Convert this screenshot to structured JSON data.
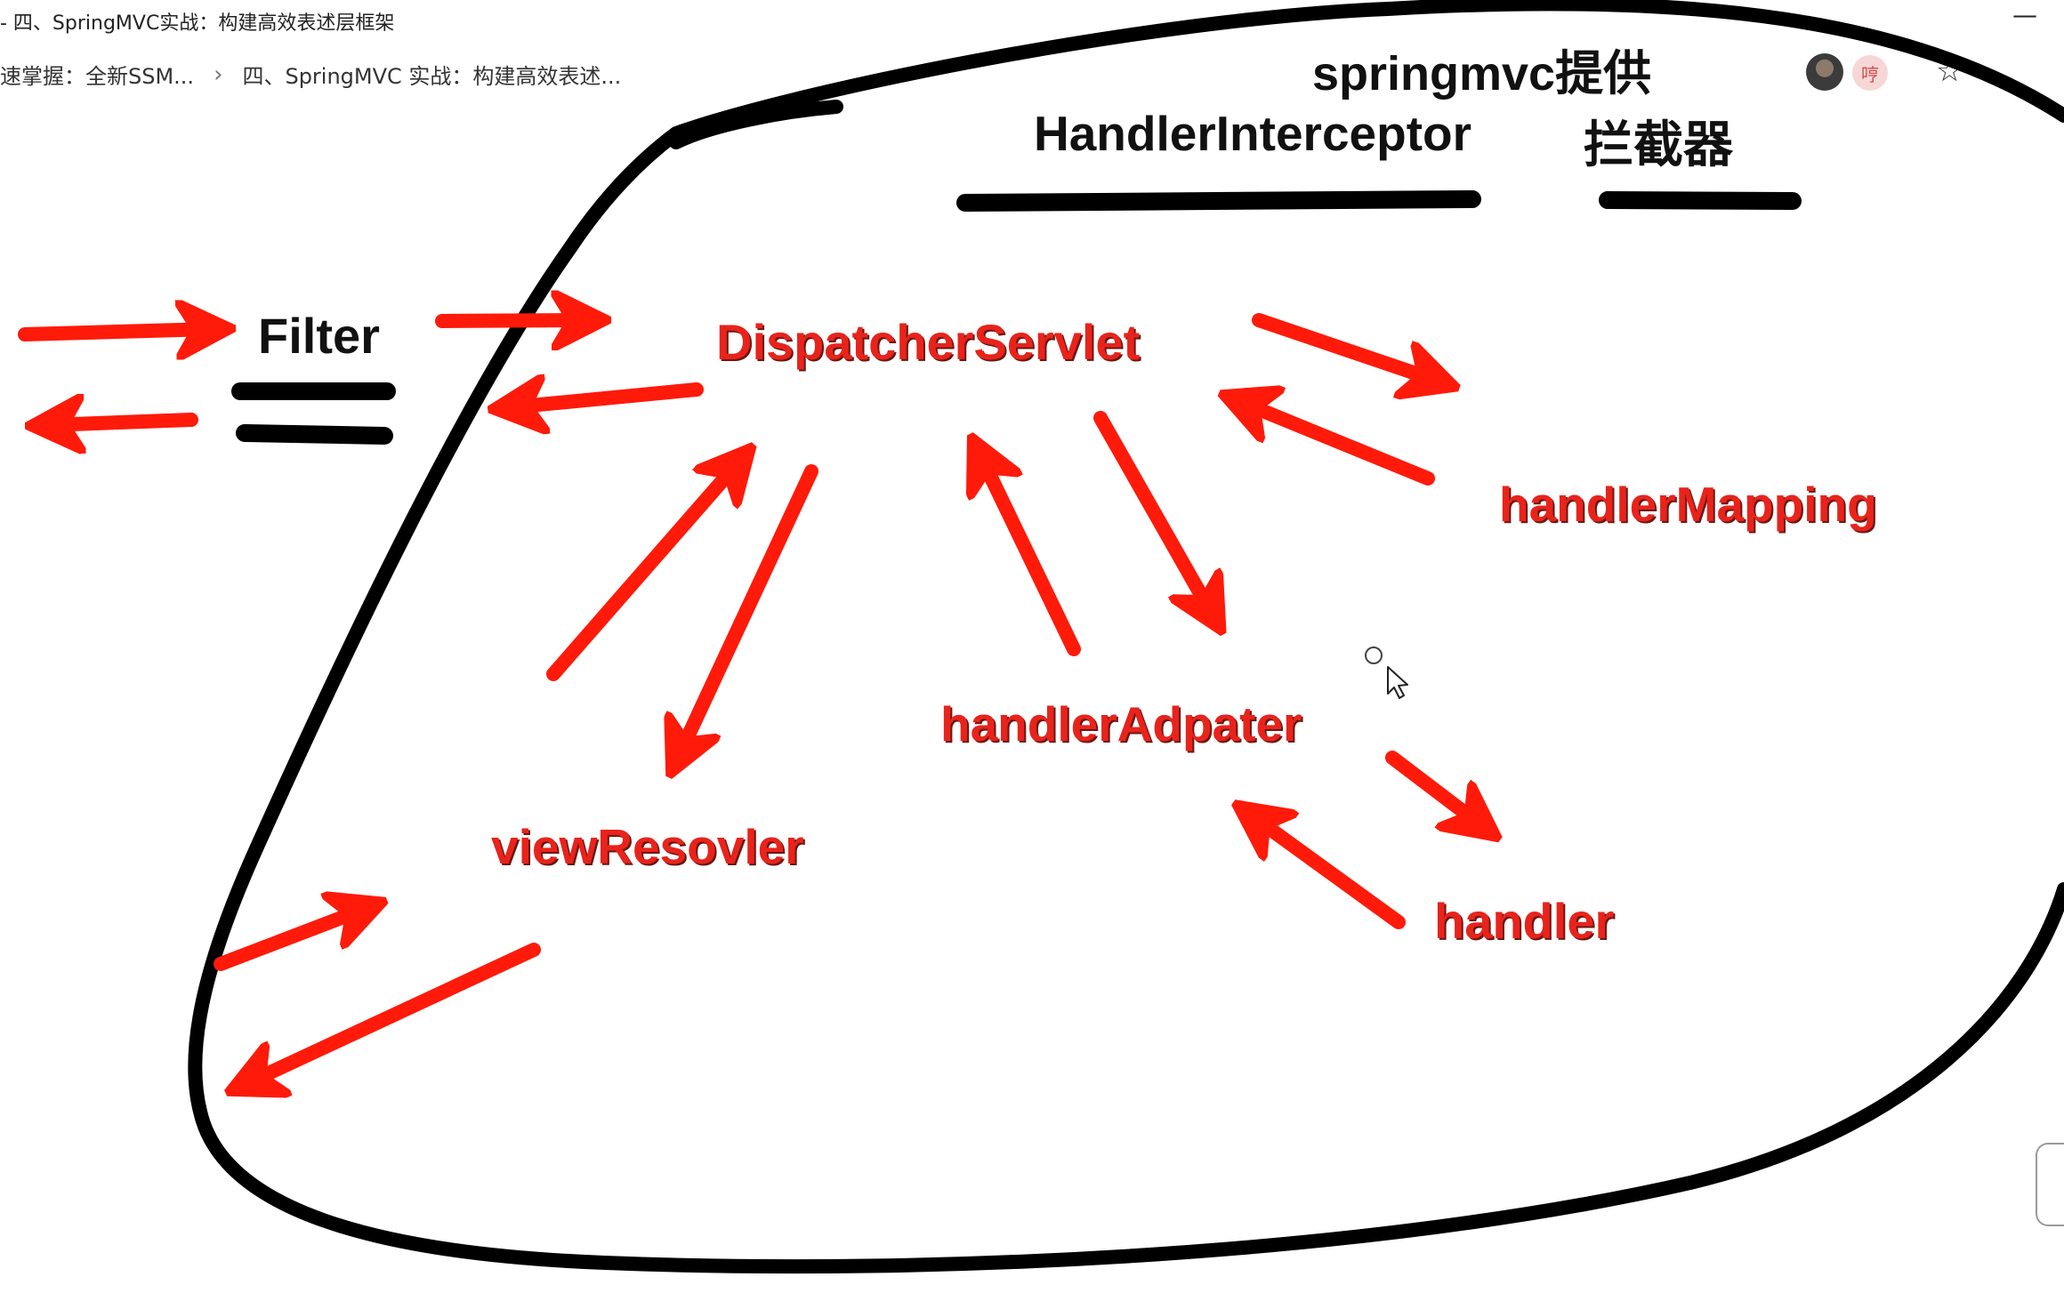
{
  "window": {
    "title": "- 四、SpringMVC实战：构建高效表述层框架",
    "minimize": "—"
  },
  "bookmarks": {
    "item1": "速掌握：全新SSM...",
    "separator": "›",
    "item2": "四、SpringMVC 实战：构建高效表述..."
  },
  "toolbar": {
    "badge_text": "哼",
    "star": "☆"
  },
  "diagram": {
    "title_line1": "springmvc提供",
    "interceptor": "HandlerInterceptor",
    "interceptor_cn": "拦截器",
    "filter": "Filter",
    "dispatcher": "DispatcherServlet",
    "handler_mapping": "handlerMapping",
    "handler_adapter": "handlerAdpater",
    "view_resolver": "viewResovler",
    "handler": "handler",
    "colors": {
      "ink": "#000000",
      "arrow": "#ff1a0a",
      "label": "#e8231b"
    }
  }
}
